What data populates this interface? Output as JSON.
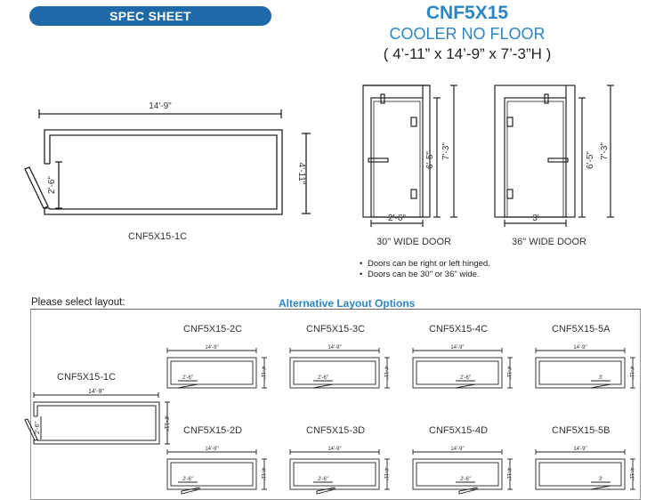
{
  "header": {
    "badge": "SPEC SHEET",
    "model": "CNF5X15",
    "product": "COOLER NO FLOOR",
    "dimensions": "( 4’-11” x 14’-9” x 7’-3”H )"
  },
  "main_plan": {
    "length": "14'-9\"",
    "width": "4'-11\"",
    "door": "2'-6\"",
    "caption": "CNF5X15-1C"
  },
  "elevations": [
    {
      "door_width": "2'-6\"",
      "door_height": "6'-5\"",
      "total_height": "7'-3\"",
      "caption": "30\" WIDE DOOR"
    },
    {
      "door_width": "3'",
      "door_height": "6'-5\"",
      "total_height": "7'-3\"",
      "caption": "36\" WIDE DOOR"
    }
  ],
  "notes": [
    "Doors can be right or left hinged.",
    "Doors can be 30\" or 36\" wide."
  ],
  "layout": {
    "select_label": "Please select layout:",
    "alt_title": "Alternative Layout Options",
    "selected": {
      "name": "CNF5X15-1C",
      "length": "14'-9\"",
      "width": "4'-11\"",
      "door": "2'-6\""
    },
    "options": [
      {
        "name": "CNF5X15-2C",
        "length": "14'-9\"",
        "width": "4'-11\"",
        "door": "2'-6\""
      },
      {
        "name": "CNF5X15-3C",
        "length": "14'-9\"",
        "width": "4'-11\"",
        "door": "2'-6\""
      },
      {
        "name": "CNF5X15-4C",
        "length": "14'-9\"",
        "width": "4'-11\"",
        "door": "2'-6\""
      },
      {
        "name": "CNF5X15-5A",
        "length": "14'-9\"",
        "width": "4'-11\"",
        "door": "3'"
      },
      {
        "name": "CNF5X15-2D",
        "length": "14'-9\"",
        "width": "4'-11\"",
        "door": "2'-6\""
      },
      {
        "name": "CNF5X15-3D",
        "length": "14'-9\"",
        "width": "4'-11\"",
        "door": "2'-6\""
      },
      {
        "name": "CNF5X15-4D",
        "length": "14'-9\"",
        "width": "4'-11\"",
        "door": "2'-6\""
      },
      {
        "name": "CNF5X15-5B",
        "length": "14'-9\"",
        "width": "4'-11\"",
        "door": "3'"
      }
    ]
  },
  "colors": {
    "accent": "#1e6aa8",
    "title": "#2a86c7",
    "line": "#222222"
  }
}
